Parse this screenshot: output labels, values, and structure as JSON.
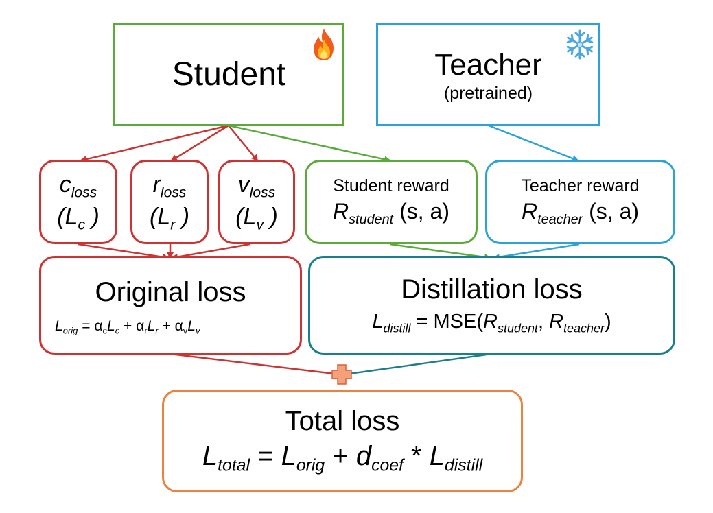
{
  "student": {
    "title": "Student",
    "icon": "fire-icon"
  },
  "teacher": {
    "title": "Teacher",
    "subtitle": "(pretrained)",
    "icon": "snowflake-icon"
  },
  "c_loss": {
    "sym": "c",
    "sub": "loss",
    "paren_open": "(",
    "L": "L",
    "Lsub": "c",
    "paren_close": " )"
  },
  "r_loss": {
    "sym": "r",
    "sub": "loss",
    "paren_open": "(",
    "L": "L",
    "Lsub": "r",
    "paren_close": " )"
  },
  "v_loss": {
    "sym": "v",
    "sub": "loss",
    "paren_open": "(",
    "L": "L",
    "Lsub": "v",
    "paren_close": " )"
  },
  "student_reward": {
    "title": "Student reward",
    "R": "R",
    "Rsub": "student",
    "args": " (s, a)"
  },
  "teacher_reward": {
    "title": "Teacher reward",
    "R": "R",
    "Rsub": "teacher",
    "args": " (s, a)"
  },
  "original_loss": {
    "title": "Original loss",
    "L": "L",
    "Lsub": "orig",
    "eq": " = ",
    "a1": "α",
    "a1sub": "c",
    "t1": "L",
    "t1sub": "c",
    "plus1": " + ",
    "a2": "α",
    "a2sub": "r",
    "t2": "L",
    "t2sub": "r",
    "plus2": " + ",
    "a3": "α",
    "a3sub": "v",
    "t3": "L",
    "t3sub": "v"
  },
  "distill_loss": {
    "title": "Distillation loss",
    "L": "L",
    "Lsub": "distill",
    "eq": " = MSE(",
    "R1": "R",
    "R1sub": "student",
    "comma": ", ",
    "R2": "R",
    "R2sub": "teacher",
    "close": ")"
  },
  "total_loss": {
    "title": "Total loss",
    "L": "L",
    "Lsub": "total",
    "eq": " = ",
    "t1": "L",
    "t1sub": "orig",
    "plus": " + ",
    "d": "d",
    "dsub": "coef",
    "times": " * ",
    "t2": "L",
    "t2sub": "distill"
  },
  "colors": {
    "green": "#5aab3c",
    "blue": "#2ba3d8",
    "red": "#cc3333",
    "teal": "#1a7f8c",
    "orange": "#e8843f",
    "plus_fill": "#f4a07a"
  }
}
